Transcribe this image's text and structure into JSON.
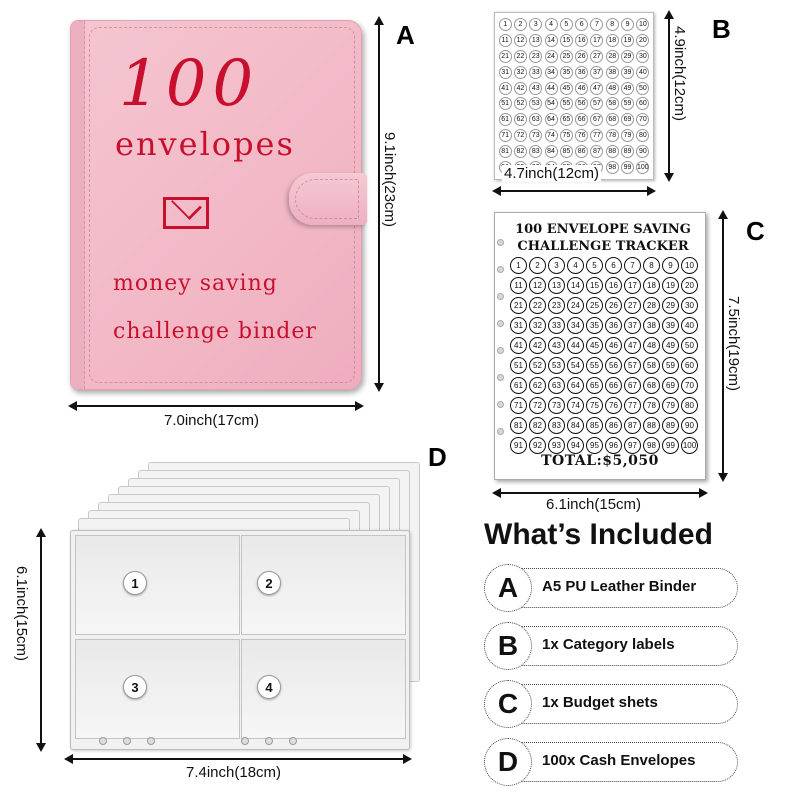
{
  "section_letters": {
    "a": "A",
    "b": "B",
    "c": "C",
    "d": "D"
  },
  "binder": {
    "title": "100",
    "subtitle": "envelopes",
    "line1": "money saving",
    "line2": "challenge binder",
    "width_label": "7.0inch(17cm)",
    "height_label": "9.1inch(23cm)",
    "colors": {
      "cover": "#f2b8c6",
      "text": "#c8102e"
    }
  },
  "stickers": {
    "width_label": "4.7inch(12cm)",
    "height_label": "4.9inch(12cm)",
    "numbers_count": 100
  },
  "tracker": {
    "title_line1": "100  ENVELOPE SAVING",
    "title_line2": "CHALLENGE TRACKER",
    "total": "TOTAL:$5,050",
    "width_label": "6.1inch(15cm)",
    "height_label": "7.5inch(19cm)"
  },
  "envelopes": {
    "pocket_numbers": [
      "1",
      "2",
      "3",
      "4"
    ],
    "width_label": "7.4inch(18cm)",
    "height_label": "6.1inch(15cm)"
  },
  "included": {
    "title": "What’s Included",
    "items": [
      {
        "letter": "A",
        "label": "A5 PU Leather Binder"
      },
      {
        "letter": "B",
        "label": "1x Category labels"
      },
      {
        "letter": "C",
        "label": "1x Budget shets"
      },
      {
        "letter": "D",
        "label": "100x Cash Envelopes"
      }
    ]
  }
}
